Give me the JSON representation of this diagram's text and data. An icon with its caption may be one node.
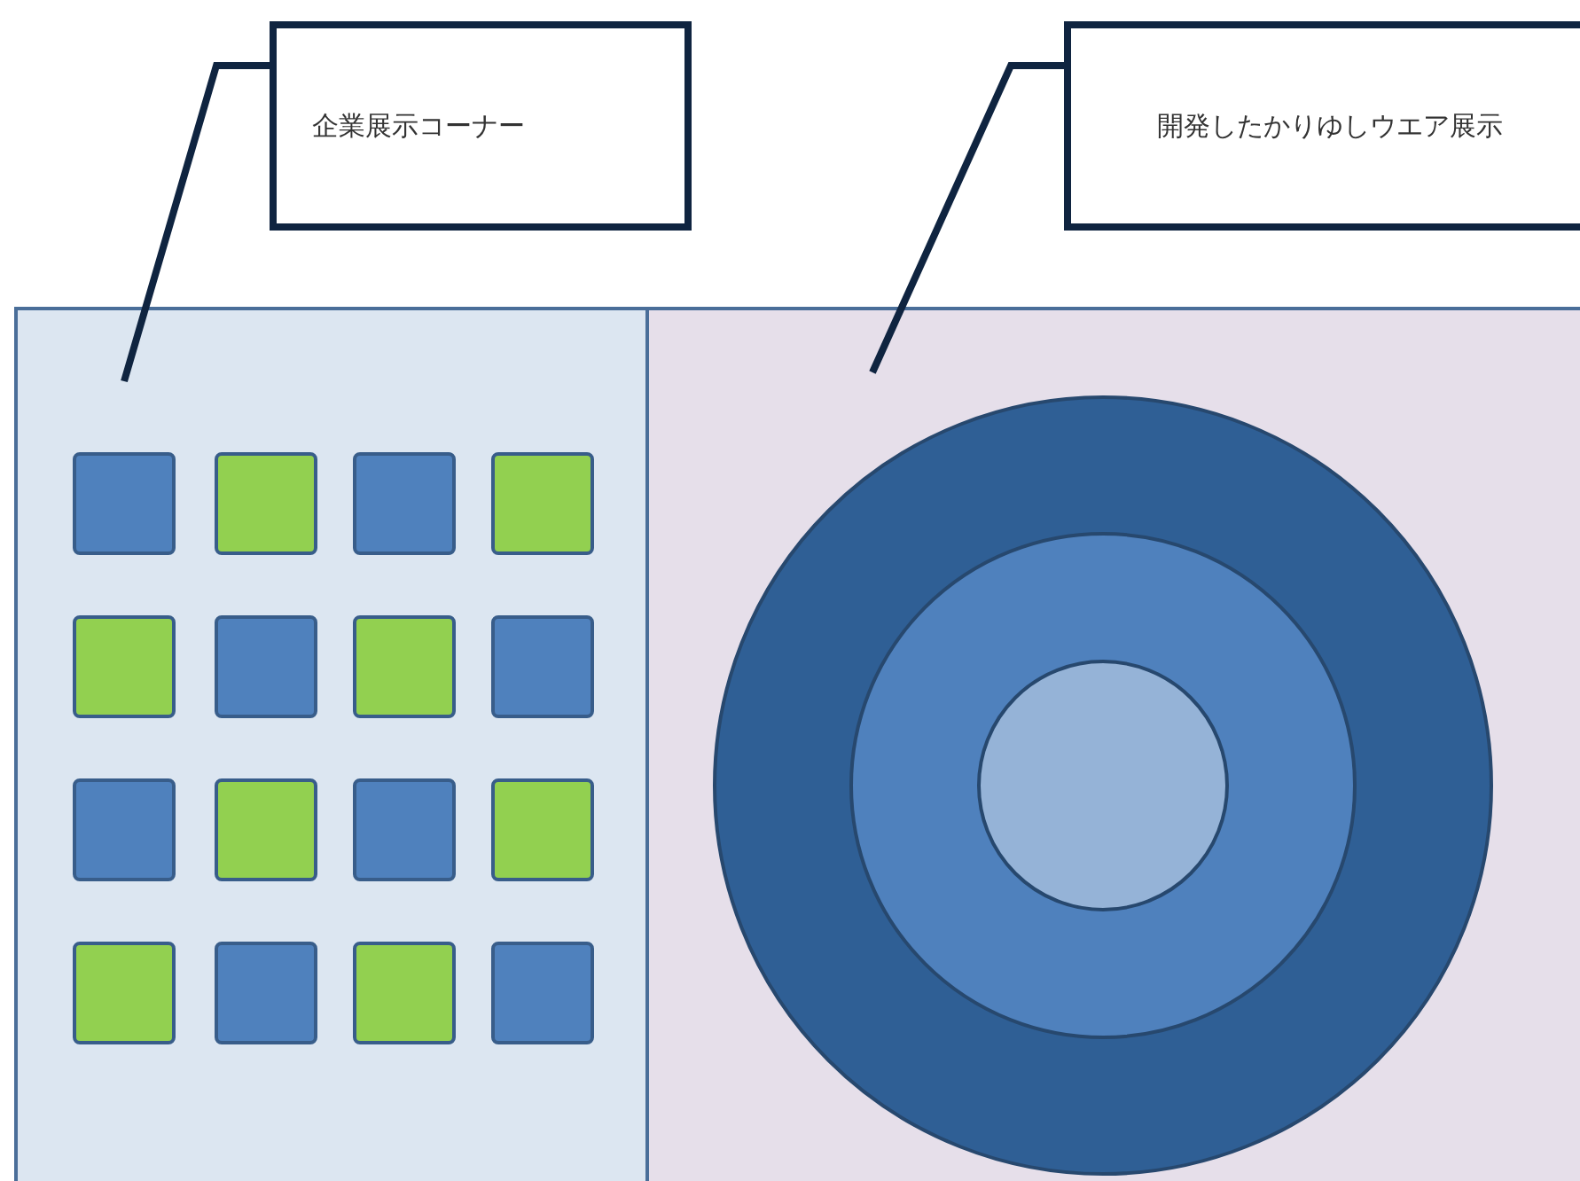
{
  "diagram": {
    "nodes": [
      {
        "text": [
          "企業展示コーナー"
        ]
      },
      {
        "text": [
          "開発したかりゆしウエア展示"
        ]
      },
      {
        "text": [],
        "shape": "box"
      },
      {
        "text": [],
        "shape": "box"
      }
    ],
    "edges": [
      {
        "from": 0,
        "to": 2,
        "arrow": "none"
      },
      {
        "from": 1,
        "to": 3,
        "arrow": "none"
      }
    ]
  }
}
